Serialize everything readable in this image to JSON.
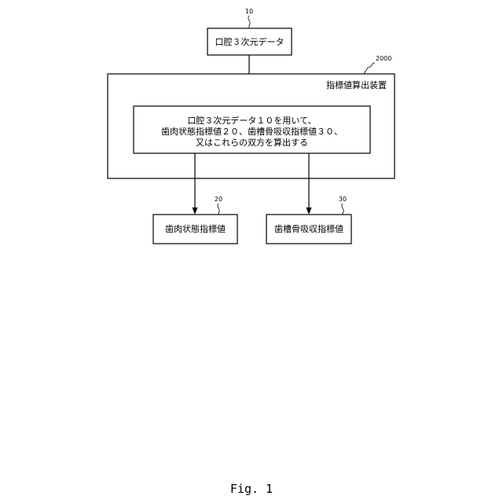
{
  "refs": {
    "input_ref": "10",
    "device_ref": "2000",
    "gum_ref": "20",
    "bone_ref": "30"
  },
  "boxes": {
    "input_label": "口腔３次元データ",
    "device_label": "指標値算出装置",
    "process_lines": [
      "口腔３次元データ１０を用いて、",
      "歯肉状態指標値２０、歯槽骨吸収指標値３０、",
      "又はこれらの双方を算出する"
    ],
    "gum_label": "歯肉状態指標値",
    "bone_label": "歯槽骨吸収指標値"
  },
  "figure_label": "Fig. 1"
}
